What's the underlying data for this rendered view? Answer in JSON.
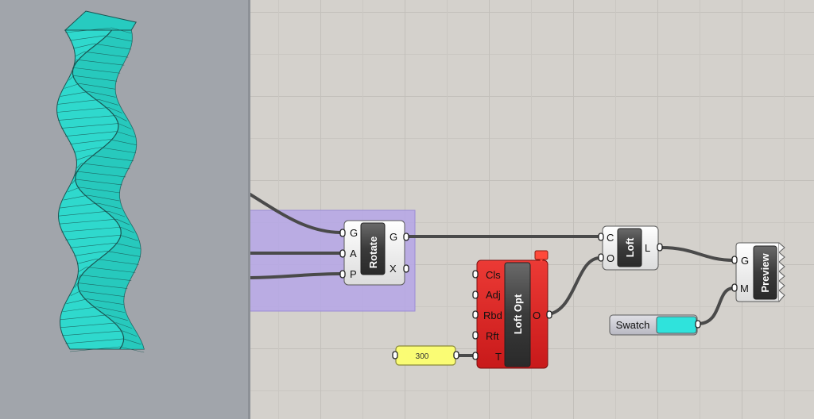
{
  "viewport": {
    "geometry_color": "#2fd9cd",
    "edge_color": "#1a5552"
  },
  "group": {
    "color": "#b5a6e6"
  },
  "components": {
    "rotate": {
      "title": "Rotate",
      "inputs": [
        "G",
        "A",
        "P"
      ],
      "outputs": [
        "G",
        "X"
      ]
    },
    "loft": {
      "title": "Loft",
      "inputs": [
        "C",
        "O"
      ],
      "outputs": [
        "L"
      ]
    },
    "loft_opt": {
      "title": "Loft Opt",
      "inputs": [
        "Cls",
        "Adj",
        "Rbd",
        "Rft",
        "T"
      ],
      "outputs": [
        "O"
      ],
      "color": "#e0231f"
    },
    "preview": {
      "title": "Preview",
      "inputs": [
        "G",
        "M"
      ]
    },
    "swatch": {
      "label": "Swatch",
      "color": "#2fe3dc"
    },
    "panel": {
      "value": "300",
      "color": "#fafc74"
    }
  }
}
